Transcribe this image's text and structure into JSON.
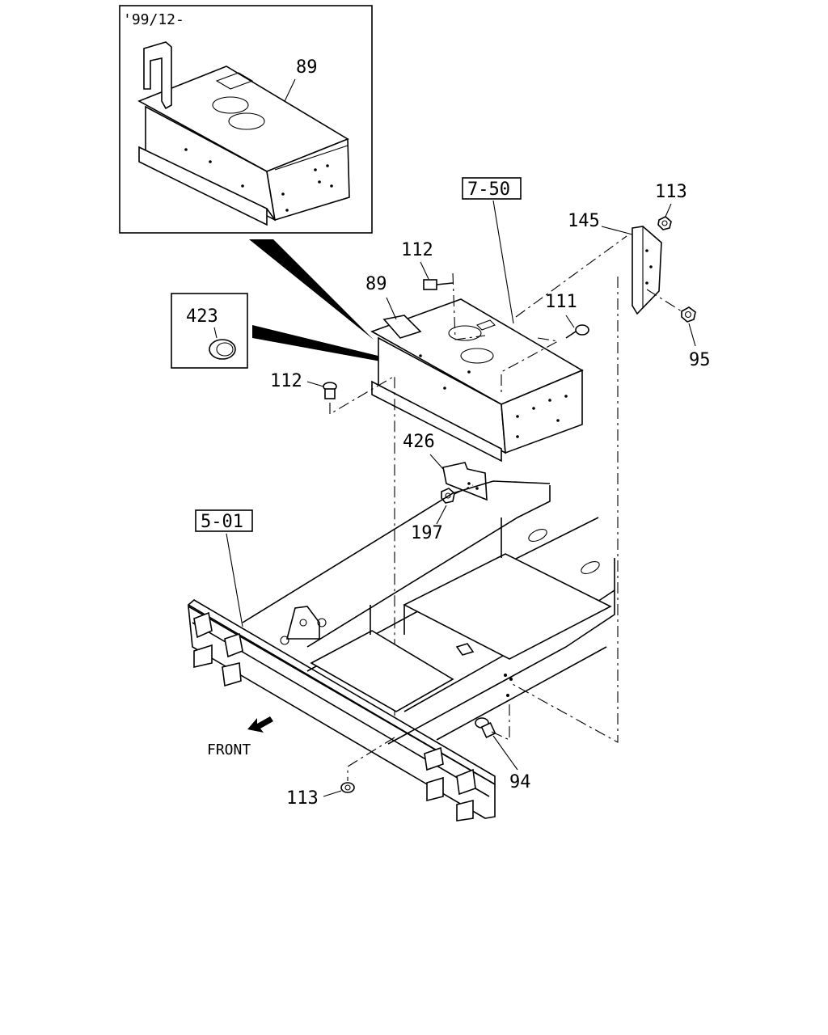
{
  "inset": {
    "date_code": "'99/12-",
    "part": "89"
  },
  "refs": {
    "ref_750": "7-50",
    "ref_501": "5-01"
  },
  "parts": {
    "p423": "423",
    "p112a": "112",
    "p112b": "112",
    "p89": "89",
    "p111": "111",
    "p145": "145",
    "p113top": "113",
    "p95": "95",
    "p426": "426",
    "p197": "197",
    "p94": "94",
    "p113bot": "113"
  },
  "direction": {
    "front": "FRONT"
  }
}
